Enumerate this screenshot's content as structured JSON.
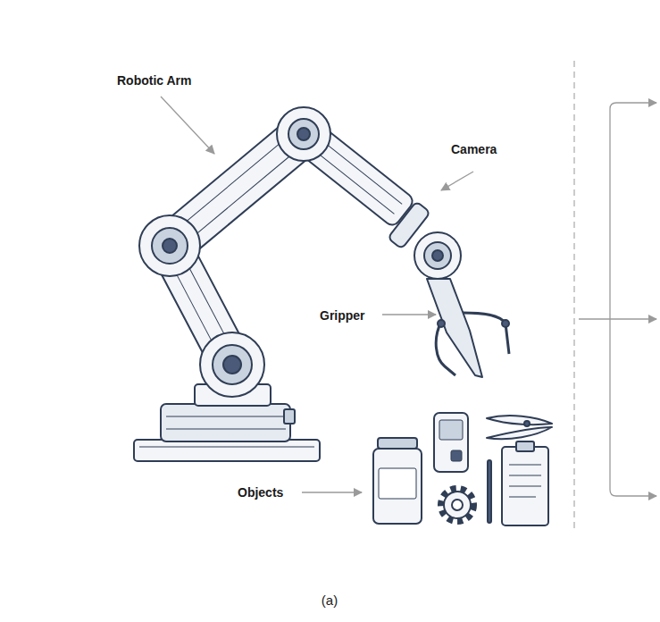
{
  "diagram": {
    "caption": "(a)",
    "labels": [
      "Robotic Arm",
      "Camera",
      "Gripper",
      "Objects"
    ]
  }
}
